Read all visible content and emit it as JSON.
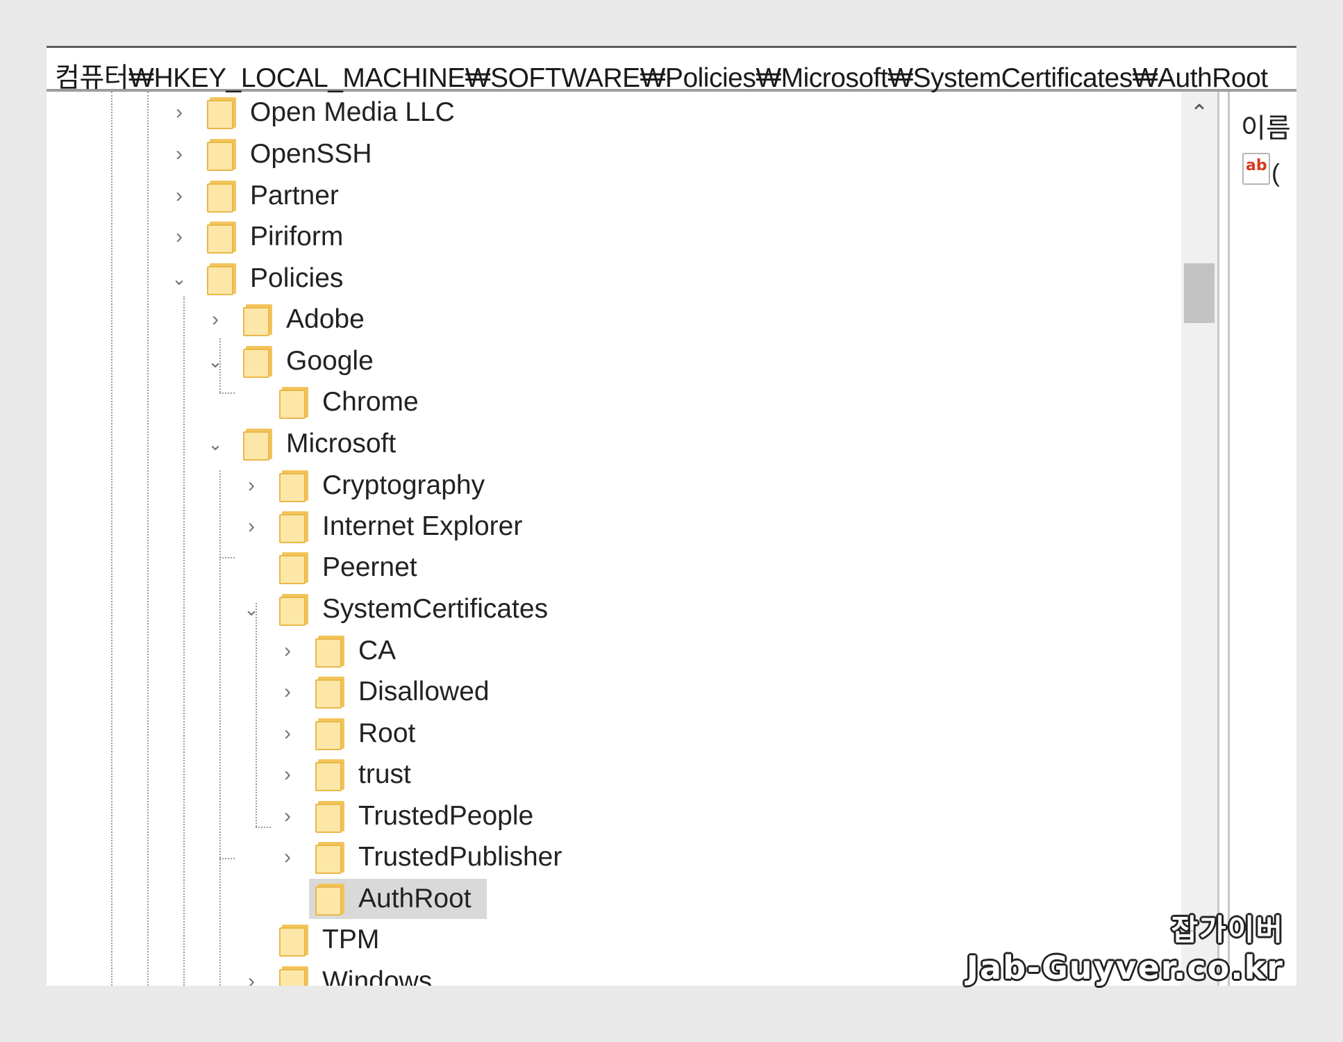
{
  "address_bar": {
    "path": "컴퓨터₩HKEY_LOCAL_MACHINE₩SOFTWARE₩Policies₩Microsoft₩SystemCertificates₩AuthRoot"
  },
  "tree": {
    "nodes": [
      {
        "label": "Open Media LLC",
        "state": "collapsed"
      },
      {
        "label": "OpenSSH",
        "state": "collapsed"
      },
      {
        "label": "Partner",
        "state": "collapsed"
      },
      {
        "label": "Piriform",
        "state": "collapsed"
      },
      {
        "label": "Policies",
        "state": "expanded"
      },
      {
        "label": "Adobe",
        "state": "collapsed"
      },
      {
        "label": "Google",
        "state": "expanded"
      },
      {
        "label": "Chrome",
        "state": "leaf"
      },
      {
        "label": "Microsoft",
        "state": "expanded"
      },
      {
        "label": "Cryptography",
        "state": "collapsed"
      },
      {
        "label": "Internet Explorer",
        "state": "collapsed"
      },
      {
        "label": "Peernet",
        "state": "leaf"
      },
      {
        "label": "SystemCertificates",
        "state": "expanded"
      },
      {
        "label": "CA",
        "state": "collapsed"
      },
      {
        "label": "Disallowed",
        "state": "collapsed"
      },
      {
        "label": "Root",
        "state": "collapsed"
      },
      {
        "label": "trust",
        "state": "collapsed"
      },
      {
        "label": "TrustedPeople",
        "state": "collapsed"
      },
      {
        "label": "TrustedPublisher",
        "state": "collapsed"
      },
      {
        "label": "AuthRoot",
        "state": "leaf",
        "selected": true
      },
      {
        "label": "TPM",
        "state": "leaf"
      },
      {
        "label": "Windows",
        "state": "collapsed"
      }
    ]
  },
  "values_pane": {
    "column_name": "이름",
    "row_fragment": "(",
    "icon": "string-value-icon",
    "icon_text": "ab"
  },
  "watermark": {
    "line1": "잡가이버",
    "line2": "Jab-Guyver.co.kr"
  },
  "colors": {
    "folder": "#fde7a8",
    "selection": "#d9d9d9",
    "background": "#e9e9e9"
  }
}
